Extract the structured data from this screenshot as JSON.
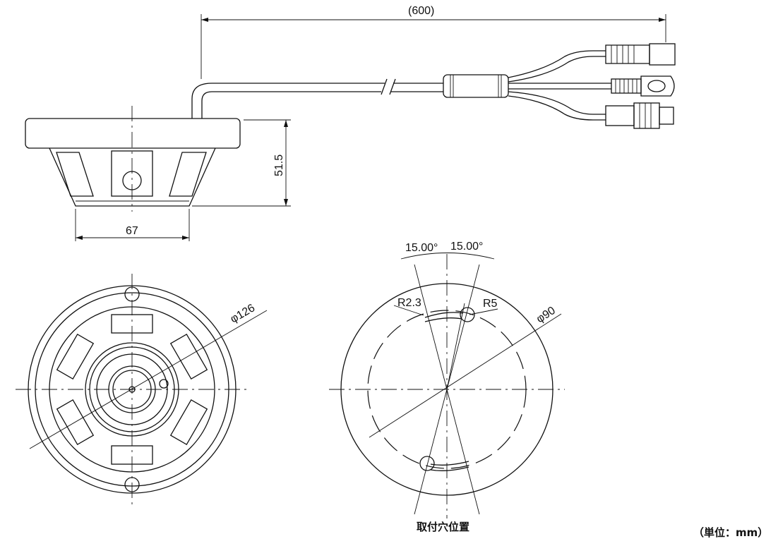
{
  "side_view": {
    "cable_length": "(600)",
    "height": "51.5",
    "base_width": "67"
  },
  "bottom_view": {
    "diameter": "φ126"
  },
  "mounting_view": {
    "angle_left": "15.00°",
    "angle_right": "15.00°",
    "slot_radius": "R2.3",
    "hole_radius": "R5",
    "diameter": "φ90",
    "caption": "取付穴位置"
  },
  "unit_note": "（単位：mm）"
}
